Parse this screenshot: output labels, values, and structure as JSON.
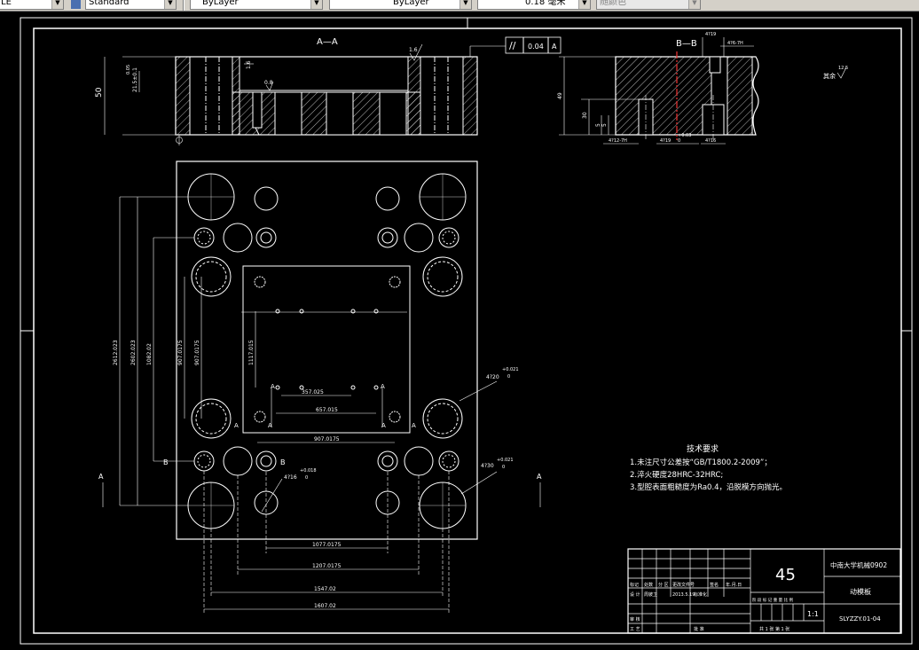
{
  "toolbar": {
    "combo_layer_left": "LE",
    "combo_textstyle": "Standard",
    "combo_color": "ByLayer",
    "combo_linetype": "ByLayer",
    "combo_lineweight": "0.18 毫米",
    "combo_plotstyle": "随颜色"
  },
  "drawing": {
    "section_aa": "A—A",
    "section_bb": "B—B",
    "aa_height": "50",
    "aa_ref1": "21.5±0.1",
    "aa_ref1b": "0.05",
    "aa_roughness1": "1.6",
    "aa_roughness2": "0.8",
    "aa_roughness3": "1.6",
    "flatness_symbol": "//",
    "flatness_value": "0.04",
    "flatness_datum": "A",
    "datum_mark": "A",
    "bb_height": "49",
    "bb_dim2": "30",
    "bb_dim3": "5",
    "bb_dim4": "5",
    "bb_top1": "4?19",
    "bb_top2": "4?6-7H",
    "bb_bot1": "4?12-7H",
    "bb_bot2": "4?19",
    "bb_bot3": "+0.03",
    "bb_bot3b": "0",
    "bb_bot4": "4?16",
    "roughness_rest": "其余",
    "roughness_rest_val": "12.5",
    "dim_v1": "2612.023",
    "dim_v2": "2602.023",
    "dim_v3": "1082.02",
    "dim_v4": "907.0175",
    "dim_v5": "907.0175",
    "dim_v6": "1117.015",
    "dim_h1": "357.025",
    "dim_h2": "657.015",
    "dim_h3": "907.0175",
    "dim_h4": "1077.0175",
    "dim_h5": "1207.0175",
    "dim_h6": "1547.02",
    "dim_h7": "1607.02",
    "dia_1": "4?20",
    "dia_1tol": "+0.021",
    "dia_1tol2": "0",
    "dia_2": "4?30",
    "dia_2tol": "+0.021",
    "dia_2tol2": "0",
    "dia_3": "4?16",
    "dia_3tol": "+0.018",
    "dia_3tol2": "0",
    "label_a": "A",
    "label_b": "B",
    "tech_title": "技术要求",
    "tech_1": "1.未注尺寸公差按“GB/T1800.2-2009”；",
    "tech_2": "2.淬火硬度28HRC-32HRC;",
    "tech_3": "3.型腔表面粗糙度为Ra0.4，沿脱模方向抛光。"
  },
  "title_block": {
    "material": "45",
    "school": "中南大学机械0902",
    "part_name": "动模板",
    "drawing_no": "SLYZZY.01-04",
    "scale": "1:1",
    "sheet": "共 1 张  第 1 张",
    "row_labels": [
      "标记",
      "处数",
      "分 区",
      "更改文件号",
      "签名",
      "年.月.日"
    ],
    "design_label": "设 计",
    "designer": "周彼卫",
    "design_date": "2013.5.19",
    "std_label": "标准化",
    "stage_labels": "阶 段 标 记   重 量   比 例",
    "review_label": "审 核",
    "process_label": "工 艺",
    "approve_label": "批 准"
  }
}
